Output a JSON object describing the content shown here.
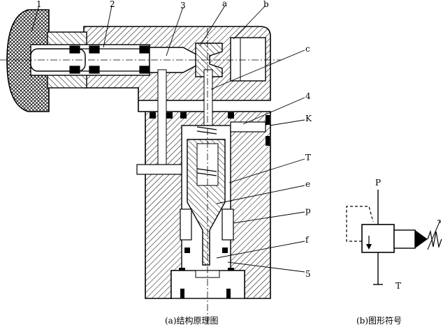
{
  "labels": {
    "l1": "1",
    "l2": "2",
    "l3": "3",
    "la": "a",
    "lb": "b",
    "lc": "c",
    "l4": "4",
    "lK": "K",
    "lT": "T",
    "le": "e",
    "lp": "p",
    "lf": "f",
    "l5": "5"
  },
  "symbol": {
    "port_P": "P",
    "port_T": "T"
  },
  "captions": {
    "a": "(a)结构原理图",
    "b": "(b)图形符号"
  }
}
